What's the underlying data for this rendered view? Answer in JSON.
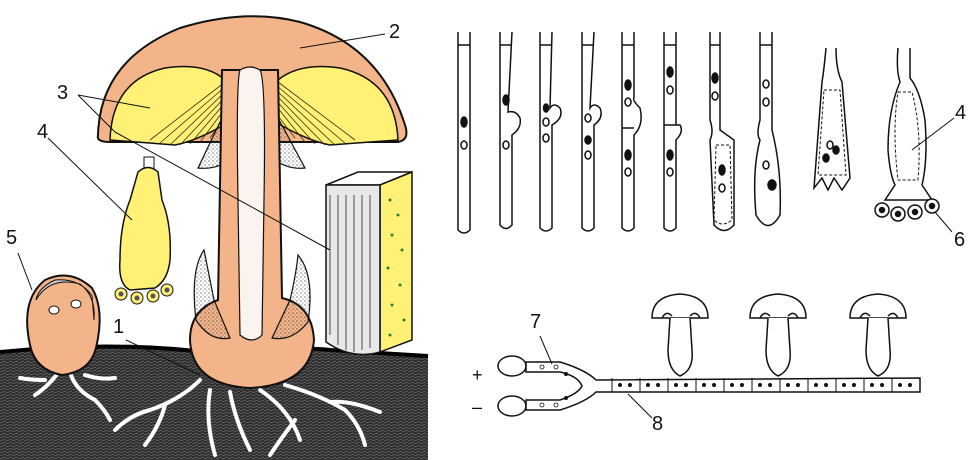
{
  "labels": {
    "n1": "1",
    "n2": "2",
    "n3": "3",
    "n4_left": "4",
    "n4_right": "4",
    "n5": "5",
    "n6": "6",
    "n7": "7",
    "n8": "8",
    "plus": "+",
    "minus": "–"
  },
  "colors": {
    "cap": "#F4B48A",
    "gills": "#FFF176",
    "gills_line": "#5c4a1a",
    "soil": "#3a3a3a",
    "roots": "#ffffff",
    "outline": "#111111",
    "basidium": "#FFF176",
    "spore": "#7a6a2a",
    "tissue_block": "#FFF176"
  }
}
